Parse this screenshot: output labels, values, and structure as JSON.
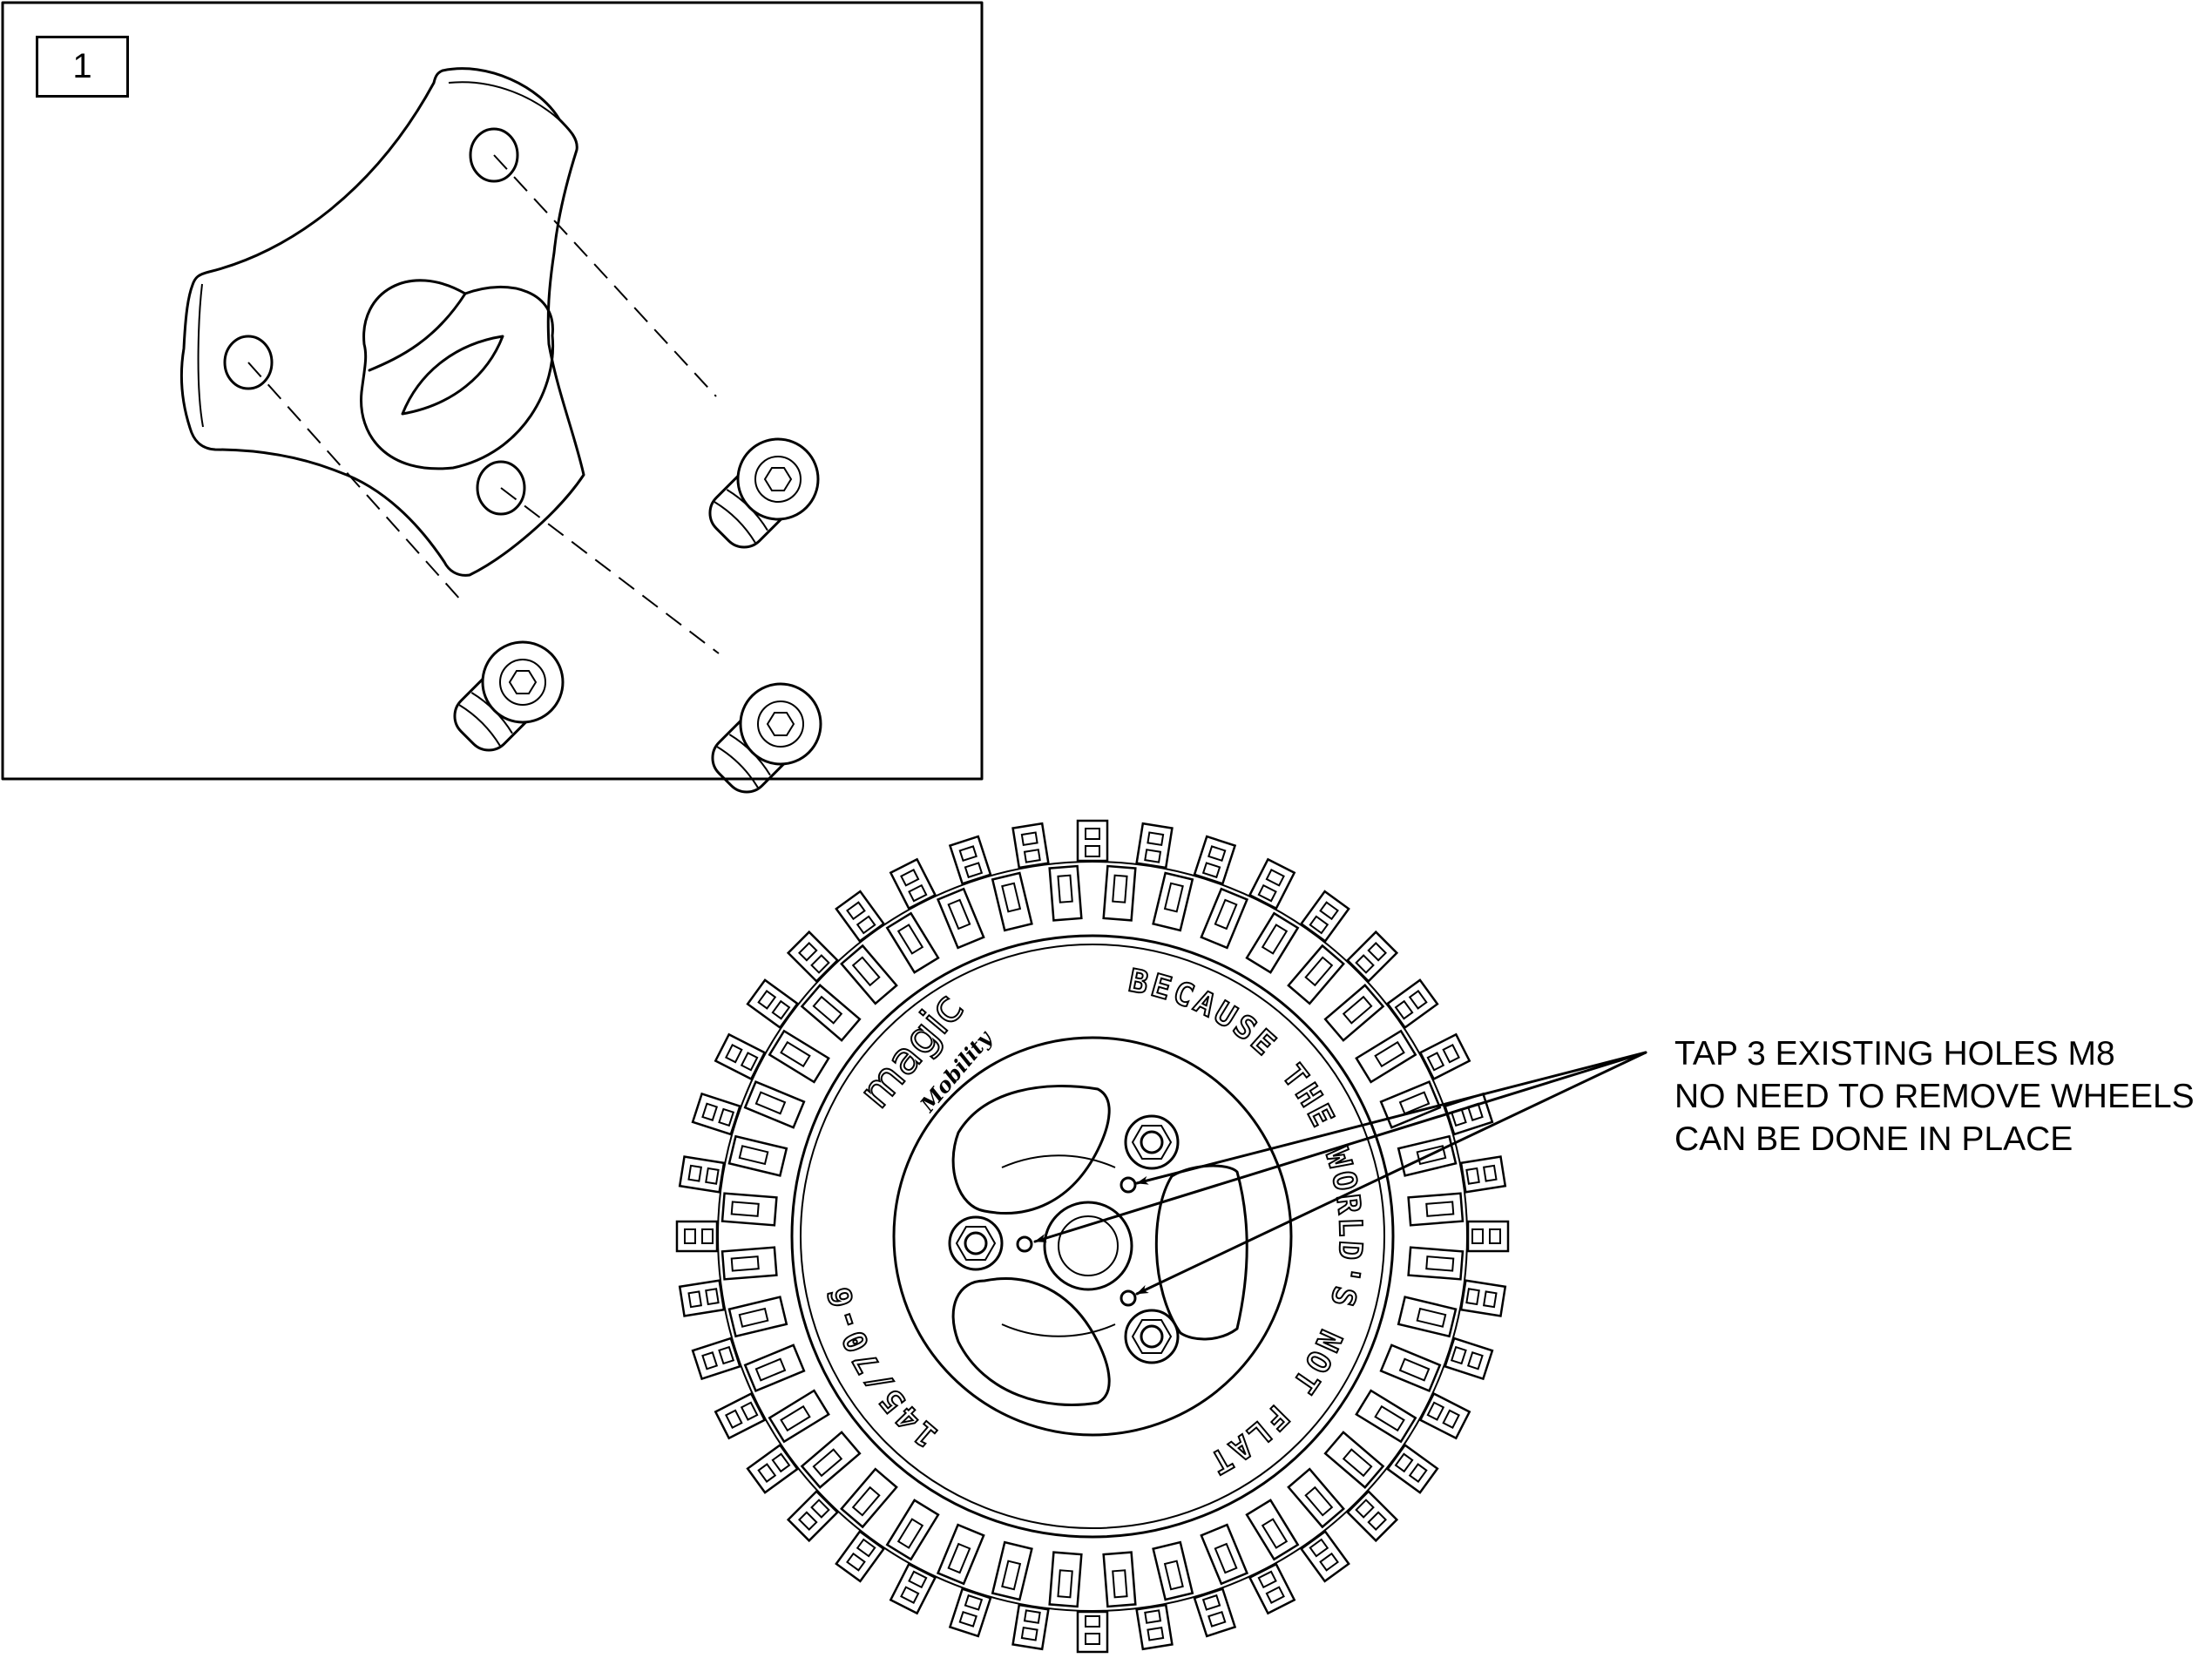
{
  "detail_box": {
    "callout_number": "1"
  },
  "tire": {
    "sidewall_slogan": "BECAUSE THE WORLD'S NOT FLAT",
    "size_marking": "145/70-6",
    "brand_logo": {
      "line1": "magic",
      "line2": "Mobility"
    }
  },
  "note": {
    "lines": [
      "TAP 3 EXISTING HOLES M8",
      "NO NEED TO REMOVE WHEELS",
      "CAN BE DONE IN PLACE"
    ]
  }
}
